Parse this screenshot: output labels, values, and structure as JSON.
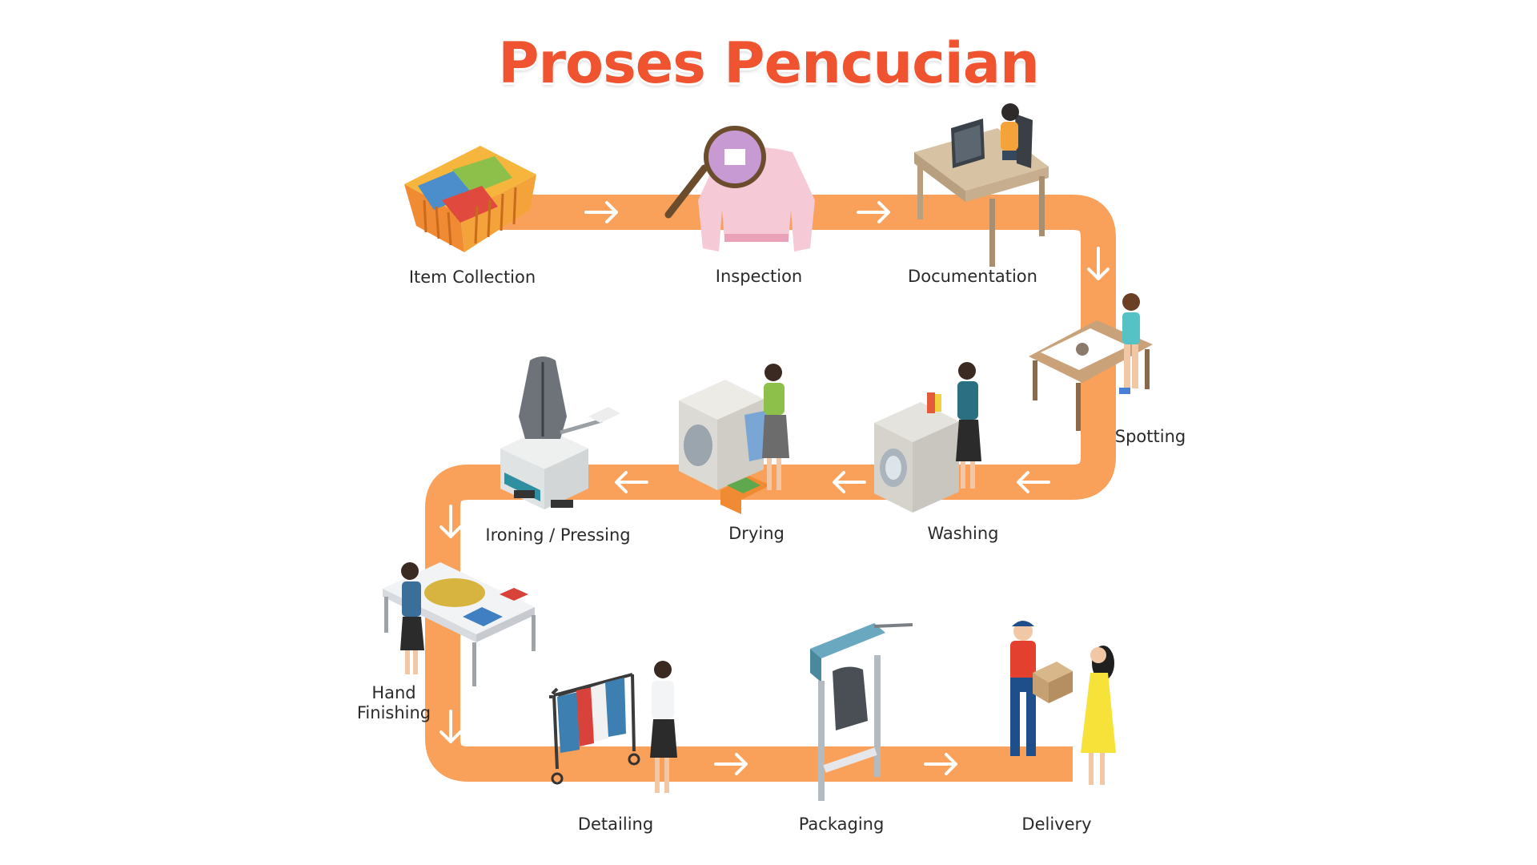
{
  "title": "Proses Pencucian",
  "colors": {
    "title": "#ef5330",
    "path": "#f9a05a",
    "arrow": "#ffffff",
    "label": "#2a2a2a"
  },
  "steps": [
    {
      "label": "Item Collection",
      "icon": "laundry-basket-icon"
    },
    {
      "label": "Inspection",
      "icon": "magnifier-sweater-icon"
    },
    {
      "label": "Documentation",
      "icon": "desk-computer-icon"
    },
    {
      "label": "Spotting",
      "icon": "stain-removal-table-icon"
    },
    {
      "label": "Washing",
      "icon": "washing-machine-icon"
    },
    {
      "label": "Drying",
      "icon": "dryer-machine-icon"
    },
    {
      "label": "Ironing / Pressing",
      "icon": "pressing-machine-icon"
    },
    {
      "label": "Hand Finishing",
      "label_lines": [
        "Hand",
        "Finishing"
      ],
      "icon": "folding-table-icon"
    },
    {
      "label": "Detailing",
      "icon": "clothes-rack-icon"
    },
    {
      "label": "Packaging",
      "icon": "bagging-machine-icon"
    },
    {
      "label": "Delivery",
      "icon": "delivery-handover-icon"
    }
  ]
}
